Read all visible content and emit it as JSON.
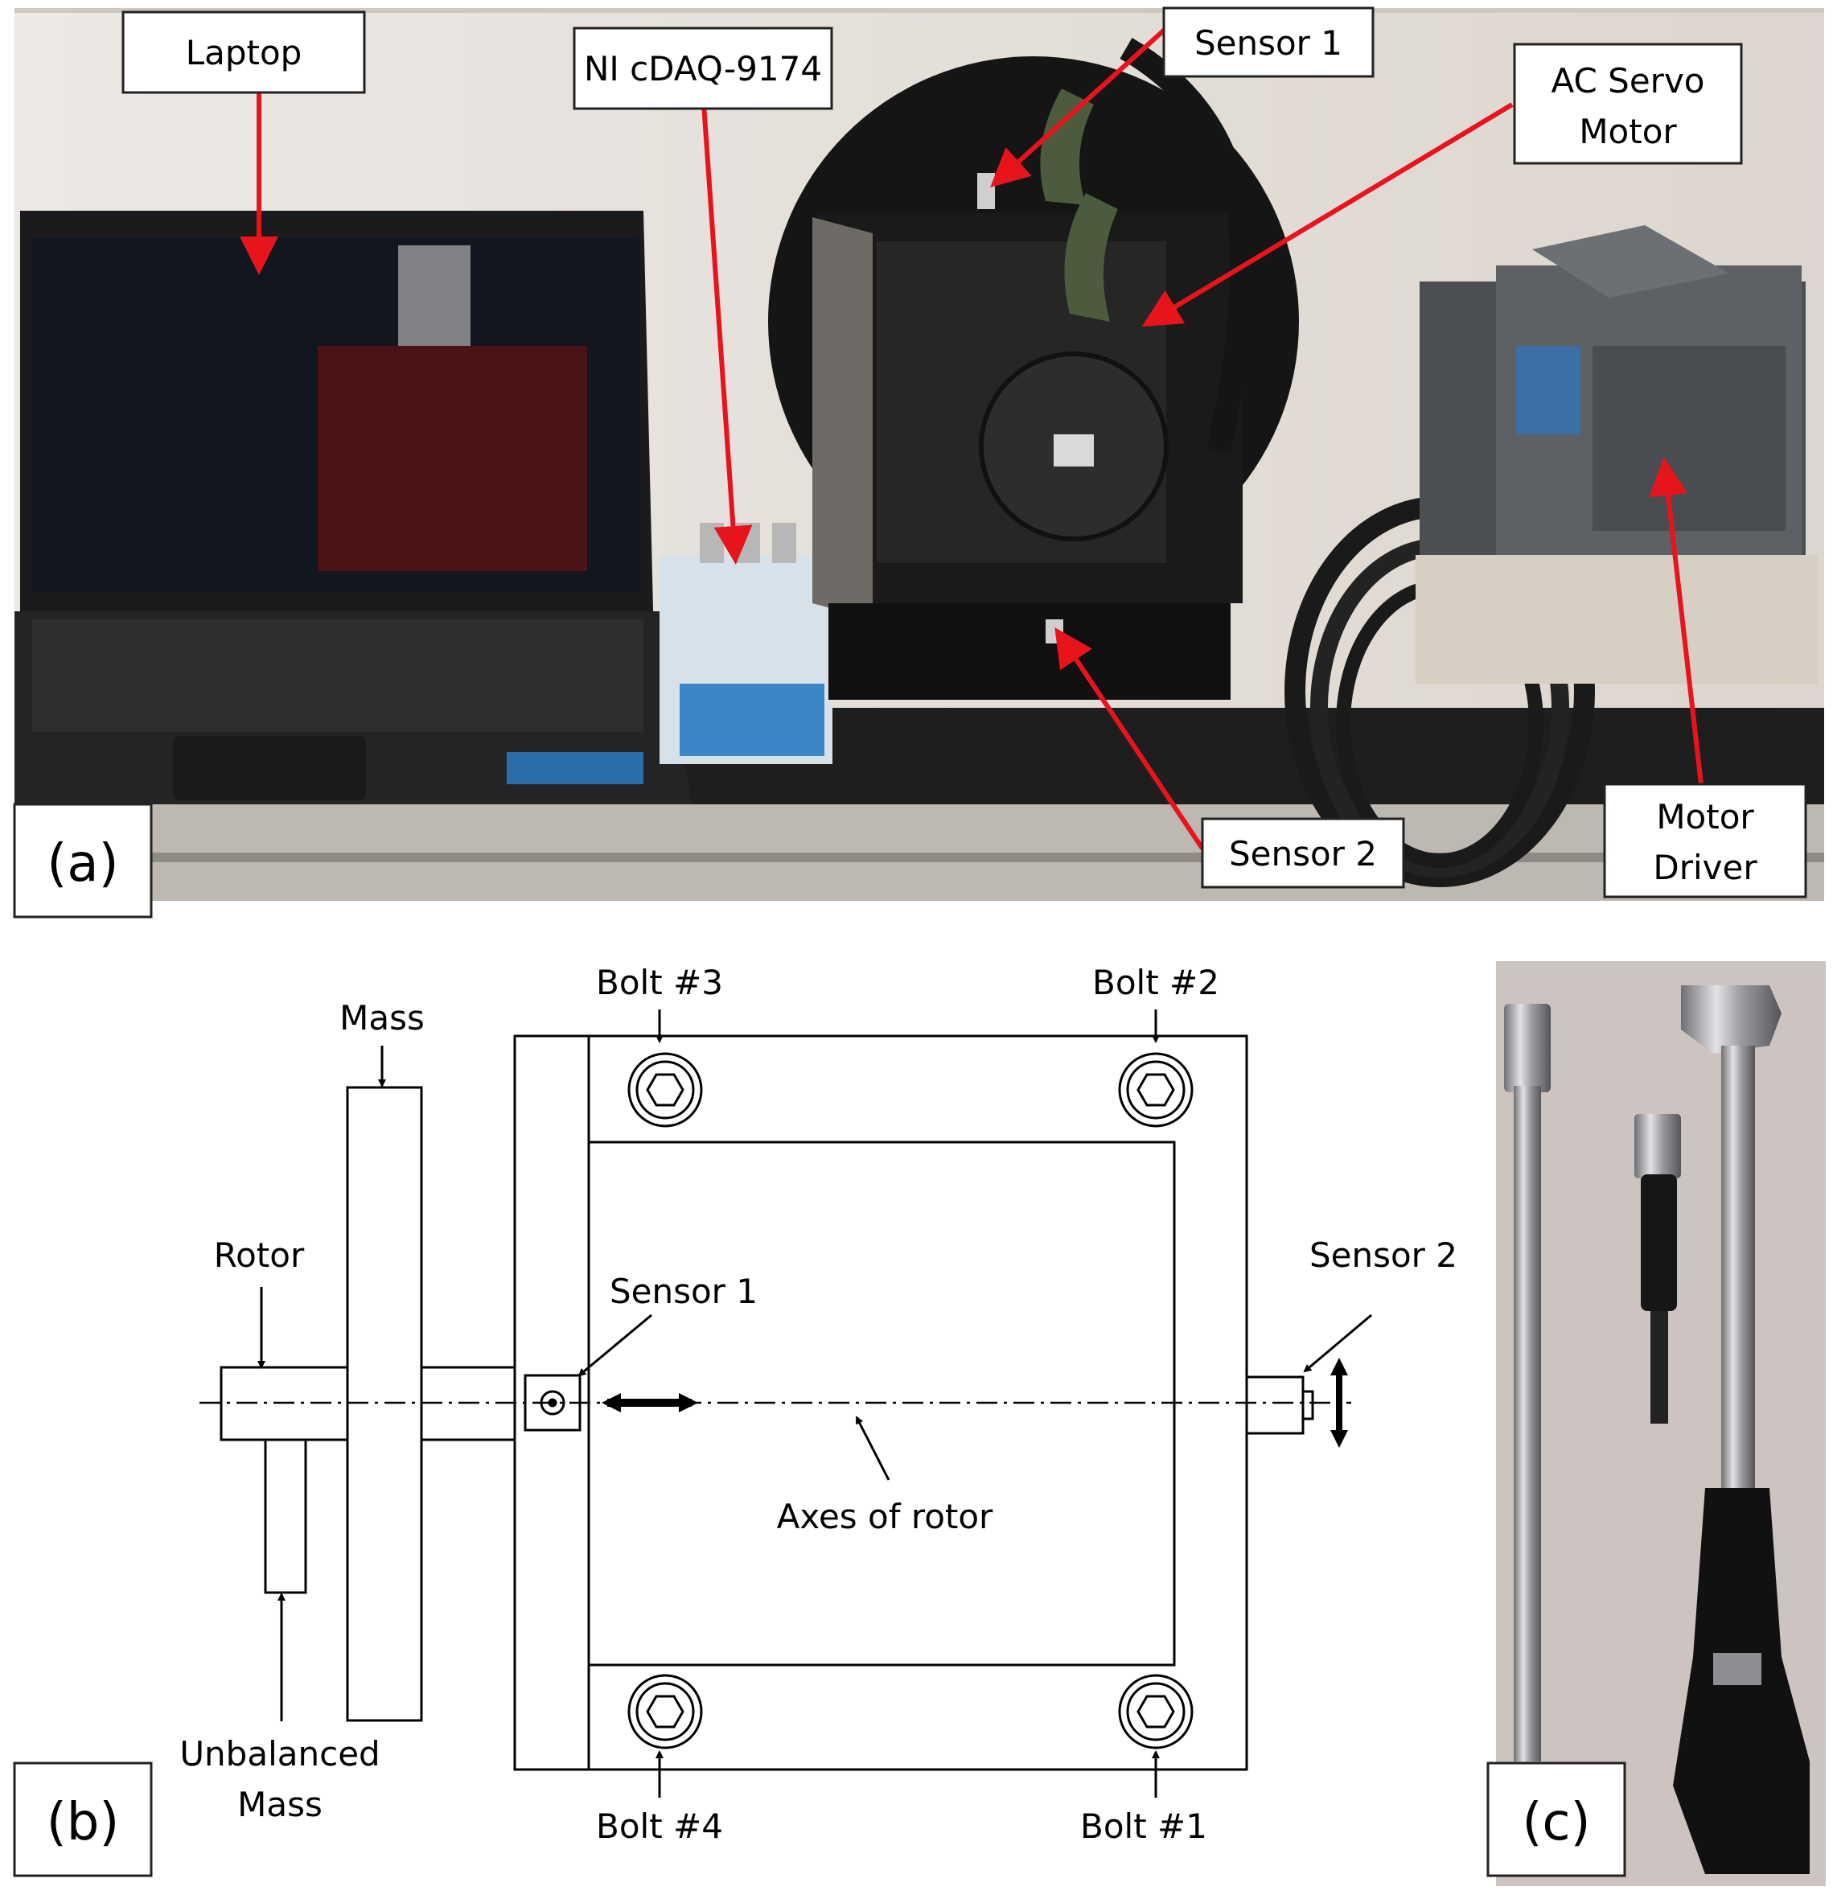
{
  "panel_a": {
    "tag": "(a)",
    "callouts": {
      "laptop": "Laptop",
      "daq": "NI cDAQ-9174",
      "sensor1": "Sensor 1",
      "motor_line1": "AC Servo",
      "motor_line2": "Motor",
      "sensor2": "Sensor 2",
      "driver_line1": "Motor",
      "driver_line2": "Driver"
    },
    "colors": {
      "arrow": "#e8141b",
      "wall": "#e6e1dc",
      "table": "#1c1c1c"
    }
  },
  "panel_b": {
    "tag": "(b)",
    "labels": {
      "bolt3": "Bolt #3",
      "bolt2": "Bolt #2",
      "bolt4": "Bolt #4",
      "bolt1": "Bolt #1",
      "mass": "Mass",
      "rotor": "Rotor",
      "sensor1": "Sensor 1",
      "sensor2": "Sensor 2",
      "axes": "Axes of rotor",
      "unbalanced_line1": "Unbalanced",
      "unbalanced_line2": "Mass"
    }
  },
  "panel_c": {
    "tag": "(c)",
    "colors": {
      "background": "#cdc3c0",
      "chrome": "#a9a9ad",
      "grip": "#111111"
    }
  }
}
